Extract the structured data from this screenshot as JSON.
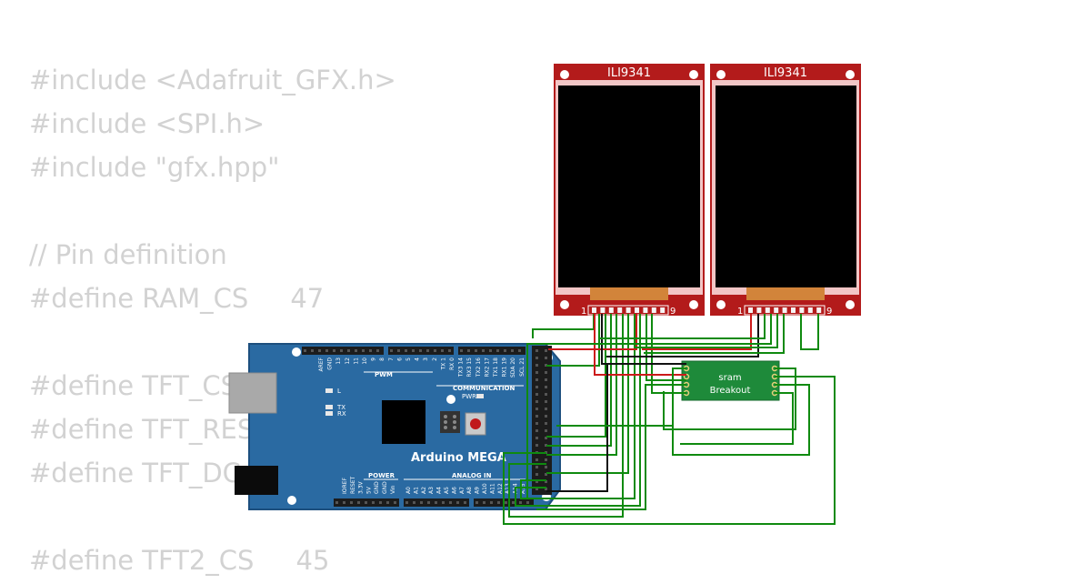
{
  "code": {
    "lines": [
      "#include <Adafruit_GFX.h>",
      "#include <SPI.h>",
      "#include \"gfx.hpp\"",
      "",
      "// Pin definition",
      "#define RAM_CS     47",
      "",
      "#define TFT_CS",
      "#define TFT_RES",
      "#define TFT_DC",
      "",
      "#define TFT2_CS     45"
    ]
  },
  "arduino": {
    "name": "Arduino MEGA",
    "labels": {
      "pwm": "PWM",
      "communication": "COMMUNICATION",
      "power": "POWER",
      "analog_in": "ANALOG IN",
      "led_l": "L",
      "led_tx": "TX",
      "led_rx": "RX",
      "pwr": "PWR"
    },
    "top_header": [
      "AREF",
      "GND",
      "13",
      "12",
      "11",
      "10",
      "9",
      "8",
      "7",
      "6",
      "5",
      "4",
      "3",
      "2",
      "TX 1",
      "RX 0",
      "TX3 14",
      "RX3 15",
      "TX2 16",
      "RX2 17",
      "TX1 18",
      "RX1 19",
      "SDA 20",
      "SCL 21"
    ],
    "power_header": [
      "IOREF",
      "RESET",
      "3.3V",
      "5V",
      "GND",
      "GND",
      "Vin"
    ],
    "analog_header": [
      "A0",
      "A1",
      "A2",
      "A3",
      "A4",
      "A5",
      "A6",
      "A7",
      "A8",
      "A9",
      "A10",
      "A11",
      "A12",
      "A13",
      "A14",
      "A15"
    ]
  },
  "displays": [
    {
      "title": "ILI9341",
      "pin_first": "1",
      "pin_last": "9"
    },
    {
      "title": "ILI9341",
      "pin_first": "1",
      "pin_last": "9"
    }
  ],
  "sram": {
    "line1": "sram",
    "line2": "Breakout"
  },
  "colors": {
    "code_text": "#d2d2d2",
    "board": "#2a6aa2",
    "board_edge": "#1d4f7e",
    "display_frame": "#b31b1b",
    "display_screen": "#000000",
    "display_ribbon": "#d2843a",
    "sram_board": "#1e8a3a",
    "wire_green": "#0f8a0f",
    "wire_red": "#cc1a1a",
    "wire_black": "#111111"
  }
}
